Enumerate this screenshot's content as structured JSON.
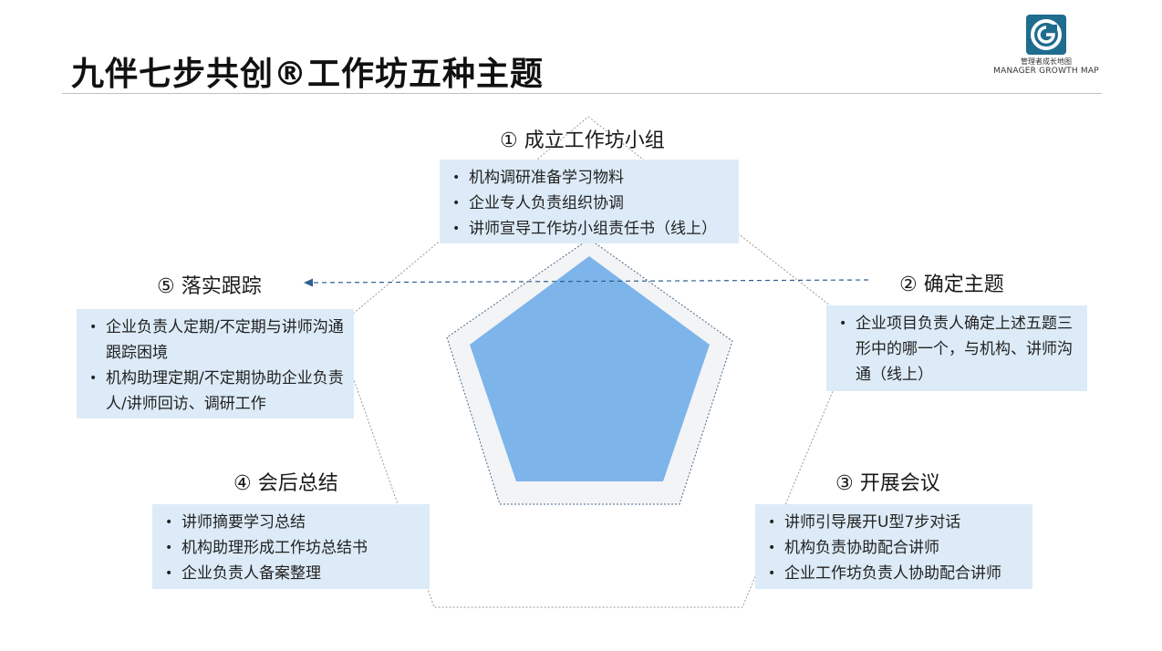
{
  "title": "九伴七步共创®工作坊五种主题",
  "logo": {
    "icon": "g-mark-icon",
    "cn": "管理者成长地图",
    "en": "MANAGER GROWTH MAP",
    "color": "#1f6d8e"
  },
  "colors": {
    "pentagon_fill": "#7db4ea",
    "box_fill": "#dcebf7",
    "arrow": "#2f5f8f"
  },
  "steps": [
    {
      "heading": "① 成立工作坊小组",
      "items": [
        "机构调研准备学习物料",
        "企业专人负责组织协调",
        "讲师宣导工作坊小组责任书（线上）"
      ]
    },
    {
      "heading": "② 确定主题",
      "items": [
        "企业项目负责人确定上述五题三形中的哪一个，与机构、讲师沟通（线上）"
      ]
    },
    {
      "heading": "③ 开展会议",
      "items": [
        "讲师引导展开U型7步对话",
        "机构负责协助配合讲师",
        "企业工作坊负责人协助配合讲师"
      ]
    },
    {
      "heading": "④ 会后总结",
      "items": [
        "讲师摘要学习总结",
        "机构助理形成工作坊总结书",
        "企业负责人备案整理"
      ]
    },
    {
      "heading": "⑤ 落实跟踪",
      "items": [
        "企业负责人定期/不定期与讲师沟通跟踪困境",
        "机构助理定期/不定期协助企业负责人/讲师回访、调研工作"
      ]
    }
  ]
}
